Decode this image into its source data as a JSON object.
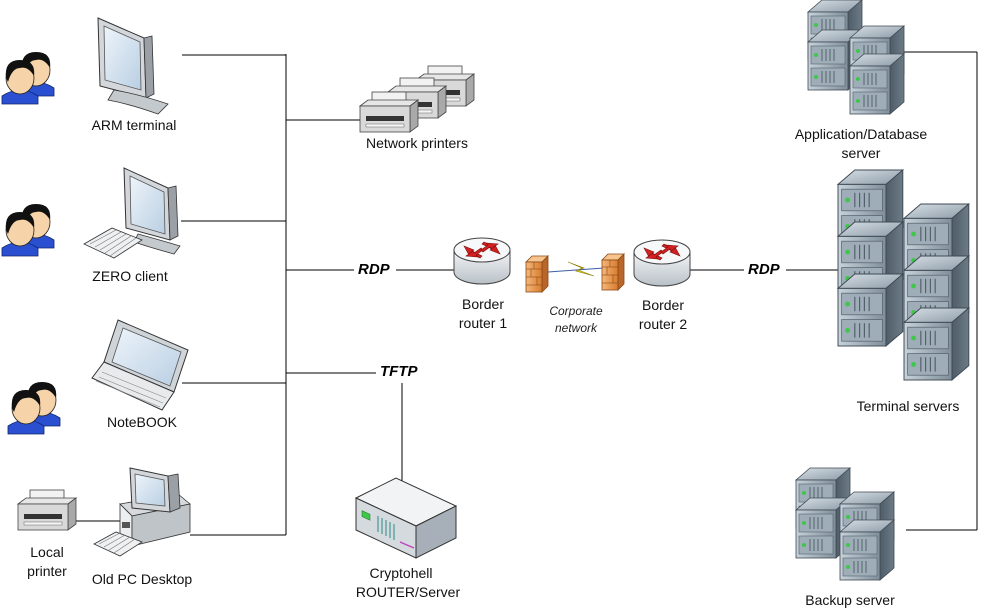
{
  "nodes": {
    "arm_terminal": "ARM terminal",
    "zero_client": "ZERO client",
    "notebook": "NoteBOOK",
    "old_pc": "Old PC Desktop",
    "local_printer_1": "Local",
    "local_printer_2": "printer",
    "network_printers": "Network printers",
    "border_router_1_a": "Border",
    "border_router_1_b": "router 1",
    "border_router_2_a": "Border",
    "border_router_2_b": "router 2",
    "corporate_network_a": "Corporate",
    "corporate_network_b": "network",
    "cryptohell_a": "Cryptohell",
    "cryptohell_b": "ROUTER/Server",
    "app_db_server_a": "Application/Database",
    "app_db_server_b": "server",
    "terminal_servers": "Terminal servers",
    "backup_server": "Backup server"
  },
  "protocols": {
    "rdp_left": "RDP",
    "rdp_right": "RDP",
    "tftp": "TFTP"
  },
  "colors": {
    "line": "#000000",
    "server_dark": "#5c6b78",
    "server_light": "#9aa8b4",
    "firewall": "#e89a50",
    "router_arrow": "#d42020",
    "monitor_screen": "#dbe8f4",
    "user_face": "#f6d3a8",
    "user_shirt": "#2a4fd0"
  }
}
